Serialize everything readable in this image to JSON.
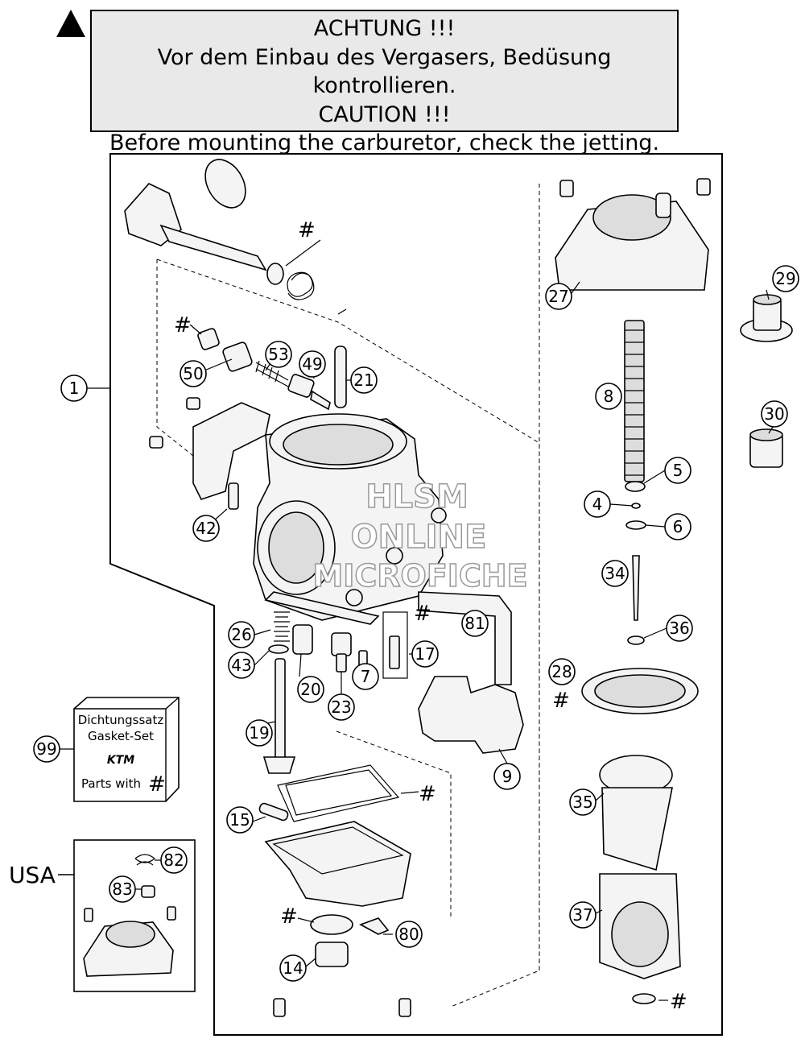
{
  "caution": {
    "line1": "ACHTUNG !!!",
    "line2": "Vor dem Einbau des Vergasers, Bedüsung kontrollieren.",
    "line3": "CAUTION !!!",
    "line4": "Before mounting the carburetor, check the jetting."
  },
  "watermark": {
    "line1": "HLSM",
    "line2": "ONLINE",
    "line3": "MICROFICHE"
  },
  "gasket_kit": {
    "line1": "Dichtungssatz",
    "line2": "Gasket-Set",
    "brand": "KTM",
    "line3": "Parts with",
    "symbol": "#"
  },
  "usa_label": "USA",
  "hash_symbol": "#",
  "callouts": [
    "1",
    "4",
    "5",
    "6",
    "7",
    "8",
    "9",
    "14",
    "15",
    "17",
    "19",
    "20",
    "21",
    "23",
    "26",
    "27",
    "28",
    "29",
    "30",
    "34",
    "35",
    "36",
    "37",
    "42",
    "43",
    "49",
    "50",
    "53",
    "80",
    "81",
    "82",
    "83",
    "99"
  ]
}
